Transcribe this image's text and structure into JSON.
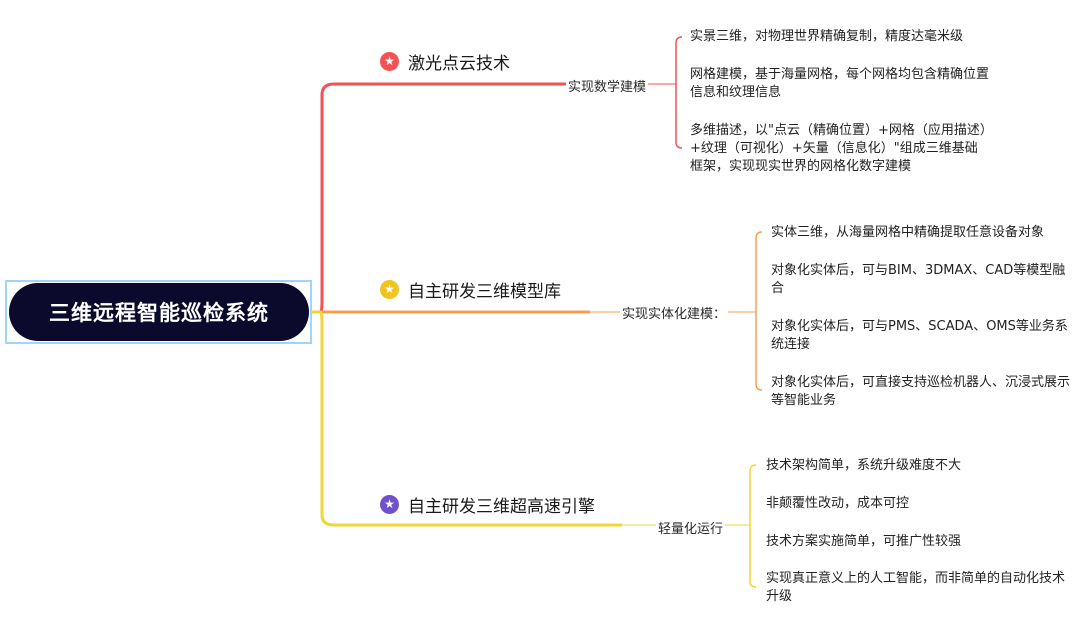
{
  "root": {
    "title": "三维远程智能巡检系统"
  },
  "branches": [
    {
      "title": "激光点云技术",
      "star_icon": "star-icon",
      "color": "#f45252",
      "sub_label": "实现数学建模",
      "leaves": [
        "实景三维，对物理世界精确复制，精度达毫米级",
        "网格建模，基于海量网格，每个网格均包含精确位置信息和纹理信息",
        "多维描述，以\"点云（精确位置）+网格（应用描述）+纹理（可视化）+矢量（信息化）\"组成三维基础框架，实现现实世界的网格化数字建模"
      ]
    },
    {
      "title": "自主研发三维模型库",
      "star_icon": "star-icon",
      "color": "#f5a049",
      "badge_color": "#f0c41b",
      "sub_label": "实现实体化建模：",
      "leaves": [
        "实体三维，从海量网格中精确提取任意设备对象",
        "对象化实体后，可与BIM、3DMAX、CAD等模型融合",
        "对象化实体后，可与PMS、SCADA、OMS等业务系统连接",
        "对象化实体后，可直接支持巡检机器人、沉浸式展示等智能业务"
      ]
    },
    {
      "title": "自主研发三维超高速引擎",
      "star_icon": "star-icon",
      "color": "#f3d536",
      "badge_color": "#6e52c9",
      "sub_label": "轻量化运行",
      "leaves": [
        "技术架构简单，系统升级难度不大",
        "非颠覆性改动，成本可控",
        "技术方案实施简单，可推广性较强",
        "实现真正意义上的人工智能，而非简单的自动化技术升级"
      ]
    }
  ]
}
